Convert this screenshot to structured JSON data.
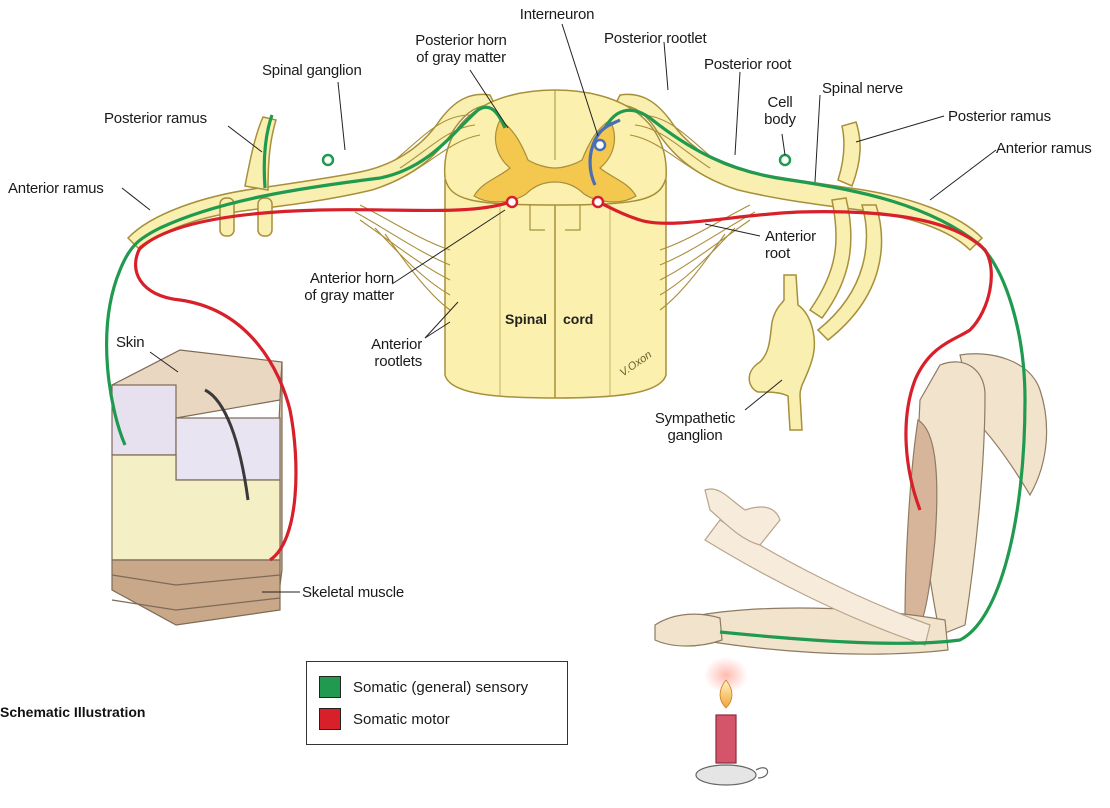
{
  "labels": {
    "interneuron": "Interneuron",
    "posterior_horn": "Posterior horn\nof gray matter",
    "posterior_rootlet": "Posterior rootlet",
    "posterior_root": "Posterior root",
    "spinal_ganglion": "Spinal ganglion",
    "cell_body": "Cell\nbody",
    "spinal_nerve": "Spinal nerve",
    "posterior_ramus_left": "Posterior ramus",
    "posterior_ramus_right": "Posterior ramus",
    "anterior_ramus_left": "Anterior ramus",
    "anterior_ramus_right": "Anterior ramus",
    "anterior_root": "Anterior\nroot",
    "anterior_horn": "Anterior horn\nof gray matter",
    "anterior_rootlets": "Anterior\nrootlets",
    "spinal_cord_1": "Spinal",
    "spinal_cord_2": "cord",
    "skin": "Skin",
    "skeletal_muscle": "Skeletal muscle",
    "sympathetic_ganglion": "Sympathetic\nganglion",
    "signature": "V.Oxon"
  },
  "caption": "Schematic Illustration",
  "legend": {
    "items": [
      {
        "label": "Somatic (general) sensory",
        "color": "#1f9a4f"
      },
      {
        "label": "Somatic motor",
        "color": "#d8202a"
      }
    ]
  },
  "colors": {
    "sensory": "#1f9a4f",
    "motor": "#d8202a",
    "interneuron": "#4a6fb5",
    "nerve": "#f8efb0",
    "nerve_outline": "#a88f3a",
    "gray_matter": "#f4c74f",
    "white_matter": "#fbf0ad",
    "skin": "#ead7c2",
    "muscle": "#c9a789"
  }
}
